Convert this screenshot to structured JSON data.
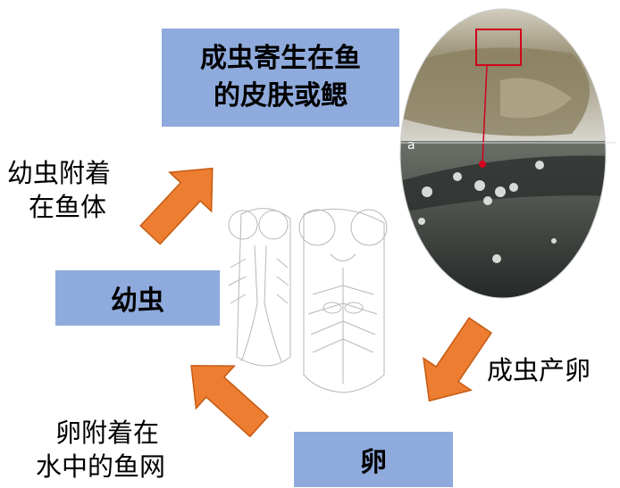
{
  "nodes": {
    "adult": [
      "成虫寄生在鱼",
      "的皮肤或鳃"
    ],
    "larva": "幼虫",
    "egg": "卵"
  },
  "edges": {
    "larva_to_adult": [
      "幼虫附着",
      "在鱼体"
    ],
    "adult_to_egg": "成虫产卵",
    "egg_to_larva": [
      "卵附着在",
      "水中的鱼网"
    ]
  },
  "photo_panel_label": "a",
  "colors": {
    "box_fill": "#8faadc",
    "arrow_fill": "#ed7d31",
    "arrow_stroke": "#c55a11",
    "highlight": "#d0021b"
  }
}
